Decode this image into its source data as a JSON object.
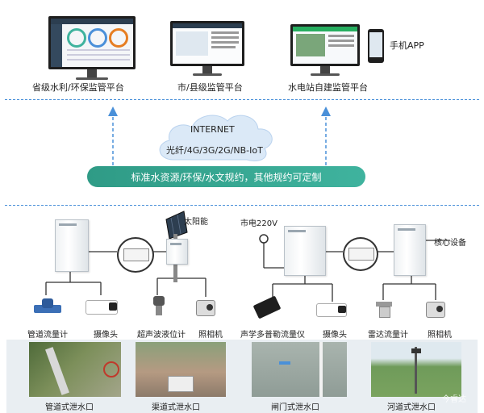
{
  "platforms": [
    {
      "label": "省级水利/环保监管平台"
    },
    {
      "label": "市/县级监管平台"
    },
    {
      "label": "水电站自建监管平台"
    }
  ],
  "mobile_app_label": "手机APP",
  "cloud": {
    "line1": "INTERNET",
    "line2": "光纤/4G/3G/2G/NB-IoT"
  },
  "protocol_band": "标准水资源/环保/水文规约，其他规约可定制",
  "power": {
    "solar": "太阳能",
    "mains": "市电220V",
    "core": "核心设备"
  },
  "devices": [
    {
      "label": "管道流量计"
    },
    {
      "label": "摄像头"
    },
    {
      "label": "超声波液位计"
    },
    {
      "label": "照相机"
    },
    {
      "label": "声学多普勒流量仪"
    },
    {
      "label": "摄像头"
    },
    {
      "label": "雷达流量计"
    },
    {
      "label": "照相机"
    }
  ],
  "outlets": [
    {
      "label": "管道式泄水口"
    },
    {
      "label": "渠道式泄水口"
    },
    {
      "label": "闸门式泄水口"
    },
    {
      "label": "河道式泄水口"
    }
  ],
  "watermark": "今睿达",
  "colors": {
    "dash": "#4a90d9",
    "band": "#3fb39e",
    "arrow": "#4a90d9"
  }
}
